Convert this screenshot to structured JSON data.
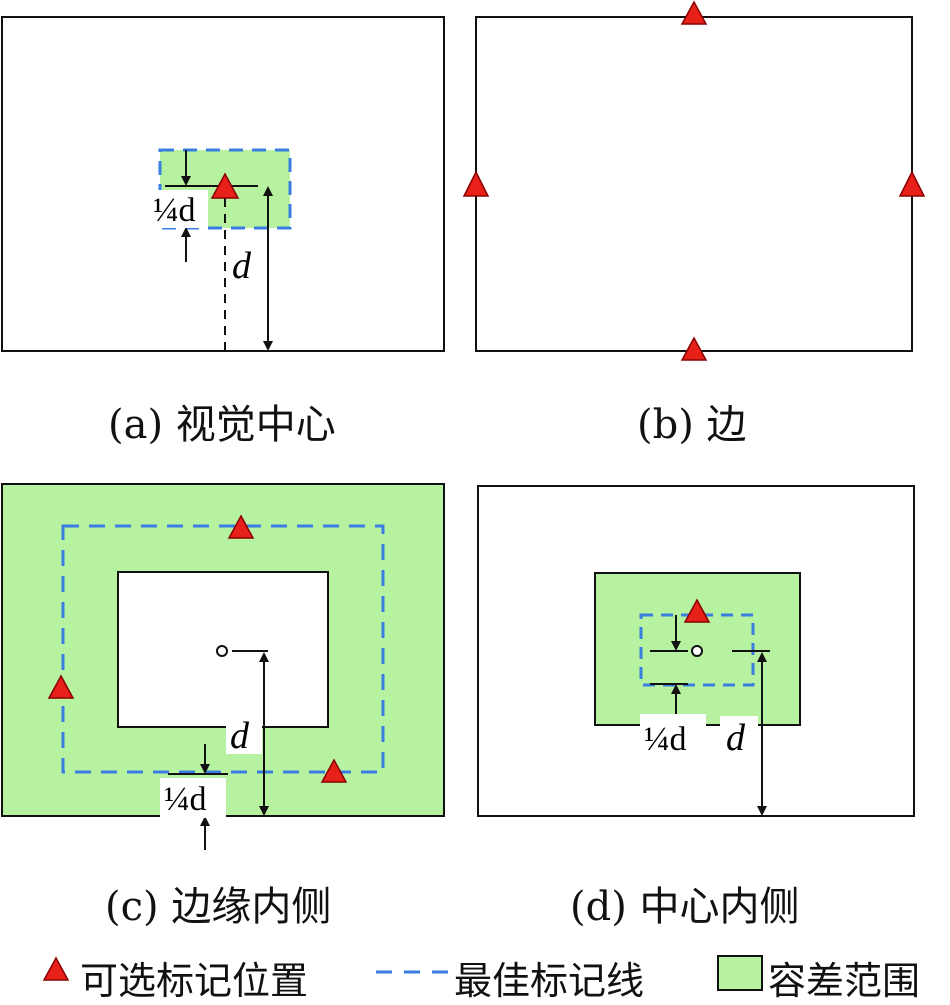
{
  "captions": {
    "a": "(a) 视觉中心",
    "b": "(b) 边",
    "c": "(c) 边缘内侧",
    "d": "(d) 中心内侧"
  },
  "labels": {
    "d": "d",
    "quarter_d": "¼d"
  },
  "legend": {
    "marker_label": "可选标记位置",
    "line_label": "最佳标记线",
    "area_label": "容差范围"
  },
  "colors": {
    "tolerance_fill": "#b6f2a0",
    "best_line": "#3a7de0",
    "marker": "#e8201a"
  }
}
